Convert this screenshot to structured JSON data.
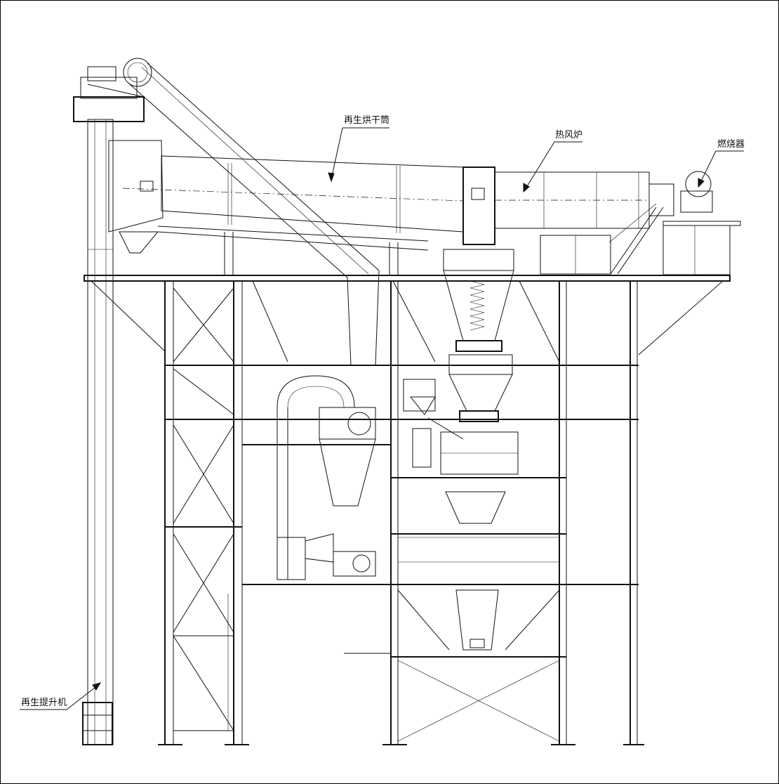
{
  "labels": {
    "regen_dryer": "再生烘干筒",
    "hot_air_furnace": "热风炉",
    "burner": "燃烧器",
    "regen_elevator": "再生提升机"
  },
  "colors": {
    "line": "#111111",
    "background": "#ffffff"
  }
}
